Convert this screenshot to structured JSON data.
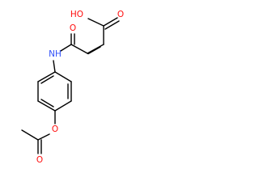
{
  "structure": {
    "atoms": [
      {
        "id": "oh",
        "label": "HO",
        "color": "#ff0d0d"
      },
      {
        "id": "o_carboxyl",
        "label": "O",
        "color": "#ff0d0d"
      },
      {
        "id": "o_amide",
        "label": "O",
        "color": "#ff0d0d"
      },
      {
        "id": "nh",
        "label": "NH",
        "color": "#3050f8"
      },
      {
        "id": "o_ester",
        "label": "O",
        "color": "#ff0d0d"
      },
      {
        "id": "o_carbonyl_acetyl",
        "label": "O",
        "color": "#ff0d0d"
      }
    ],
    "bond_color": "#000000"
  }
}
